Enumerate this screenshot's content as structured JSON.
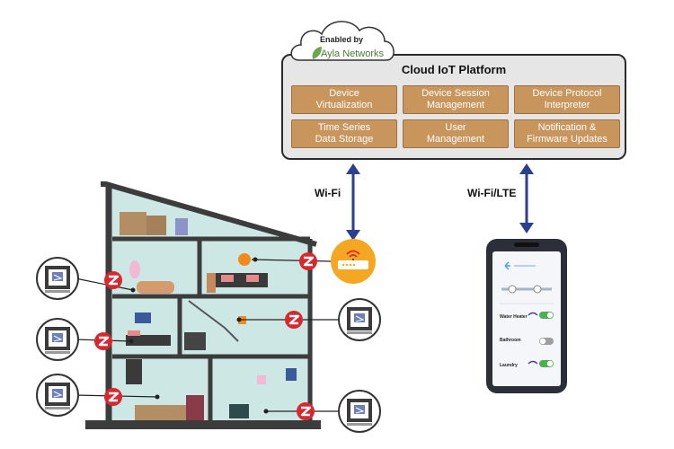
{
  "badge": {
    "enabled_by": "Enabled by",
    "brand": "Ayla Networks"
  },
  "platform": {
    "title": "Cloud IoT Platform",
    "modules": [
      "Device\nVirtualization",
      "Device Session\nManagement",
      "Device Protocol\nInterpreter",
      "Time Series\nData Storage",
      "User\nManagement",
      "Notification &\nFirmware Updates"
    ]
  },
  "links": {
    "left": "Wi-Fi",
    "right": "Wi-Fi/LTE"
  },
  "phone": {
    "rows": [
      {
        "label": "Water Heater"
      },
      {
        "label": "Bathroom"
      },
      {
        "label": "Laundry"
      }
    ]
  },
  "icons": {
    "zwave": "zwave-icon",
    "thermostat": "thermostat-icon",
    "router": "wifi-router-icon",
    "cloud": "cloud-icon"
  },
  "colors": {
    "module_bg": "#c8955d",
    "arrow": "#2a3f8f",
    "zwave_red": "#d9272e",
    "router_orange": "#f5a623",
    "house_wall": "#cde7e4",
    "brand_green": "#6aa84f"
  }
}
